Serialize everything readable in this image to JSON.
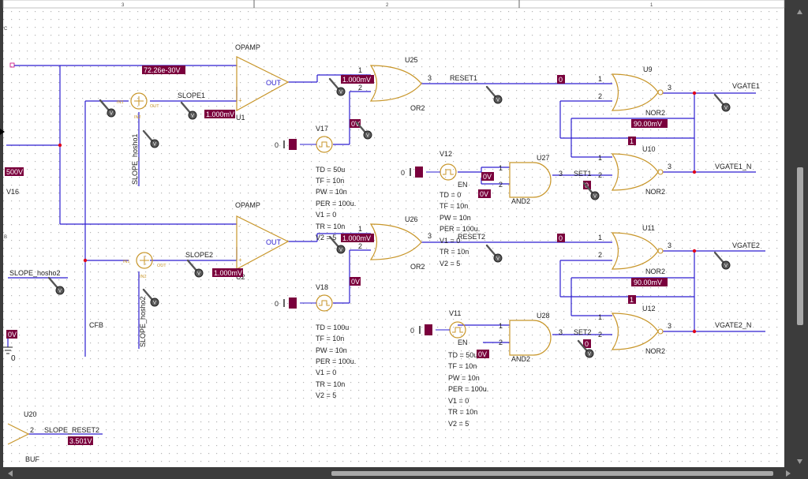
{
  "ruler": {
    "labels": [
      "3",
      "2",
      "1"
    ],
    "side_marks": [
      "C",
      "B"
    ]
  },
  "components": {
    "opamps": [
      {
        "label": "OPAMP",
        "name": "U1",
        "out": "OUT"
      },
      {
        "label": "OPAMP",
        "name": "U2",
        "out": "OUT"
      }
    ],
    "or_gates": [
      {
        "name": "U25",
        "type": "OR2",
        "pin1": "1",
        "pin2": "2",
        "pin3": "3"
      },
      {
        "name": "U26",
        "type": "OR2",
        "pin1": "1",
        "pin2": "2",
        "pin3": "3"
      }
    ],
    "nor_gates": [
      {
        "name": "U9",
        "type": "NOR2",
        "pin1": "1",
        "pin2": "2",
        "pin3": "3"
      },
      {
        "name": "U10",
        "type": "NOR2",
        "pin1": "1",
        "pin2": "2",
        "pin3": "3"
      },
      {
        "name": "U11",
        "type": "NOR2",
        "pin1": "1",
        "pin2": "2",
        "pin3": "3"
      },
      {
        "name": "U12",
        "type": "NOR2",
        "pin1": "1",
        "pin2": "2",
        "pin3": "3"
      }
    ],
    "and_gates": [
      {
        "name": "U27",
        "type": "AND2",
        "pin1": "1",
        "pin2": "2",
        "pin3": "3"
      },
      {
        "name": "U28",
        "type": "AND2",
        "pin1": "1",
        "pin2": "2",
        "pin3": "3"
      }
    ],
    "buffer": {
      "name": "U20",
      "type": "BUF",
      "pin": "2"
    },
    "sources": [
      {
        "name": "V17",
        "gnd": "0"
      },
      {
        "name": "V18",
        "gnd": "0"
      },
      {
        "name": "V12",
        "gnd": "0"
      },
      {
        "name": "V11",
        "gnd": "0"
      },
      {
        "name": "V16"
      }
    ],
    "summers": [
      {
        "pin_a": "IN1",
        "pin_b": "IN2",
        "out": "OUT"
      },
      {
        "pin_a": "IN1",
        "pin_b": "IN2",
        "out": "OUT"
      }
    ]
  },
  "nets": {
    "slope1": "SLOPE1",
    "slope2": "SLOPE2",
    "slope_hosho1": "SLOPE_hosho1",
    "slope_hosho2_v": "SLOPE_hosho2",
    "slope_hosho2_h": "SLOPE_hosho2",
    "cfb": "CFB",
    "reset1": "RESET1",
    "reset2": "RESET2",
    "set1": "SET1",
    "set2": "SET2",
    "en1": "EN",
    "en2": "EN",
    "vgate1": "VGATE1",
    "vgate1_n": "VGATE1_N",
    "vgate2": "VGATE2",
    "vgate2_n": "VGATE2_N",
    "slope_reset2": "SLOPE_RESET2",
    "gnd_zero": "0"
  },
  "probes": {
    "p_72": "72.26e-30V",
    "p_u1": "1.000mV",
    "p_u2": "1.000mV",
    "p_or1": "1.000mV",
    "p_or2": "1.000mV",
    "p_reset1": "0",
    "p_reset2": "0",
    "p_v17": "0V",
    "p_v18": "0V",
    "p_v12": "0V",
    "p_en1": "0V",
    "p_set1": "0",
    "p_v11": "0V",
    "p_set2": "0",
    "p_90a": "90.00mV",
    "p_90b": "90.00mV",
    "p_1a": "1",
    "p_1b": "1",
    "p_left500": "500V",
    "p_left0": "0V",
    "p_buf": "3.501V"
  },
  "params": {
    "v17": [
      "TD = 50u",
      "TF = 10n",
      "PW = 10n",
      "PER = 100u.",
      "V1 = 0",
      "TR = 10n",
      "V2 = 5"
    ],
    "v18": [
      "TD = 100u",
      "TF = 10n",
      "PW = 10n",
      "PER = 100u.",
      "V1 = 0",
      "TR = 10n",
      "V2 = 5"
    ],
    "v12": [
      "TD = 0",
      "TF = 10n",
      "PW = 10n",
      "PER = 100u.",
      "V1 = 0",
      "TR = 10n",
      "V2 = 5"
    ],
    "v11": [
      "TD = 50u",
      "TF = 10n",
      "PW = 10n",
      "PER = 100u.",
      "V1 = 0",
      "TR = 10n",
      "V2 = 5"
    ]
  },
  "colors": {
    "wire": "#2d1fd0",
    "part": "#c8962a",
    "probe_bg": "#7a003c",
    "probe_fg": "#ffffff",
    "junction": "#e0001a",
    "canvas": "#ffffff",
    "dots": "#b4b4b4",
    "frame": "#3c3c3c"
  },
  "icons": {
    "probe": "voltage-probe-icon",
    "source": "pulse-source-icon",
    "ground": "ground-icon"
  }
}
